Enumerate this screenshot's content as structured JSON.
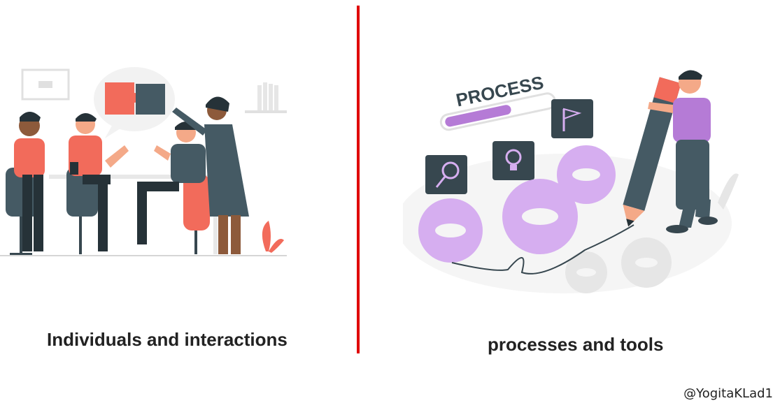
{
  "left": {
    "caption": "Individuals and interactions"
  },
  "right": {
    "process_banner": "PROCESS",
    "caption": "processes and tools"
  },
  "watermark": "@YogitaKLad1",
  "colors": {
    "divider": "#e00000",
    "coral": "#f26b5b",
    "slate": "#455a64",
    "lavender": "#d6aef0",
    "purple": "#b57bd6",
    "skin": "#f4a988",
    "dark_skin": "#8d5a3b"
  }
}
